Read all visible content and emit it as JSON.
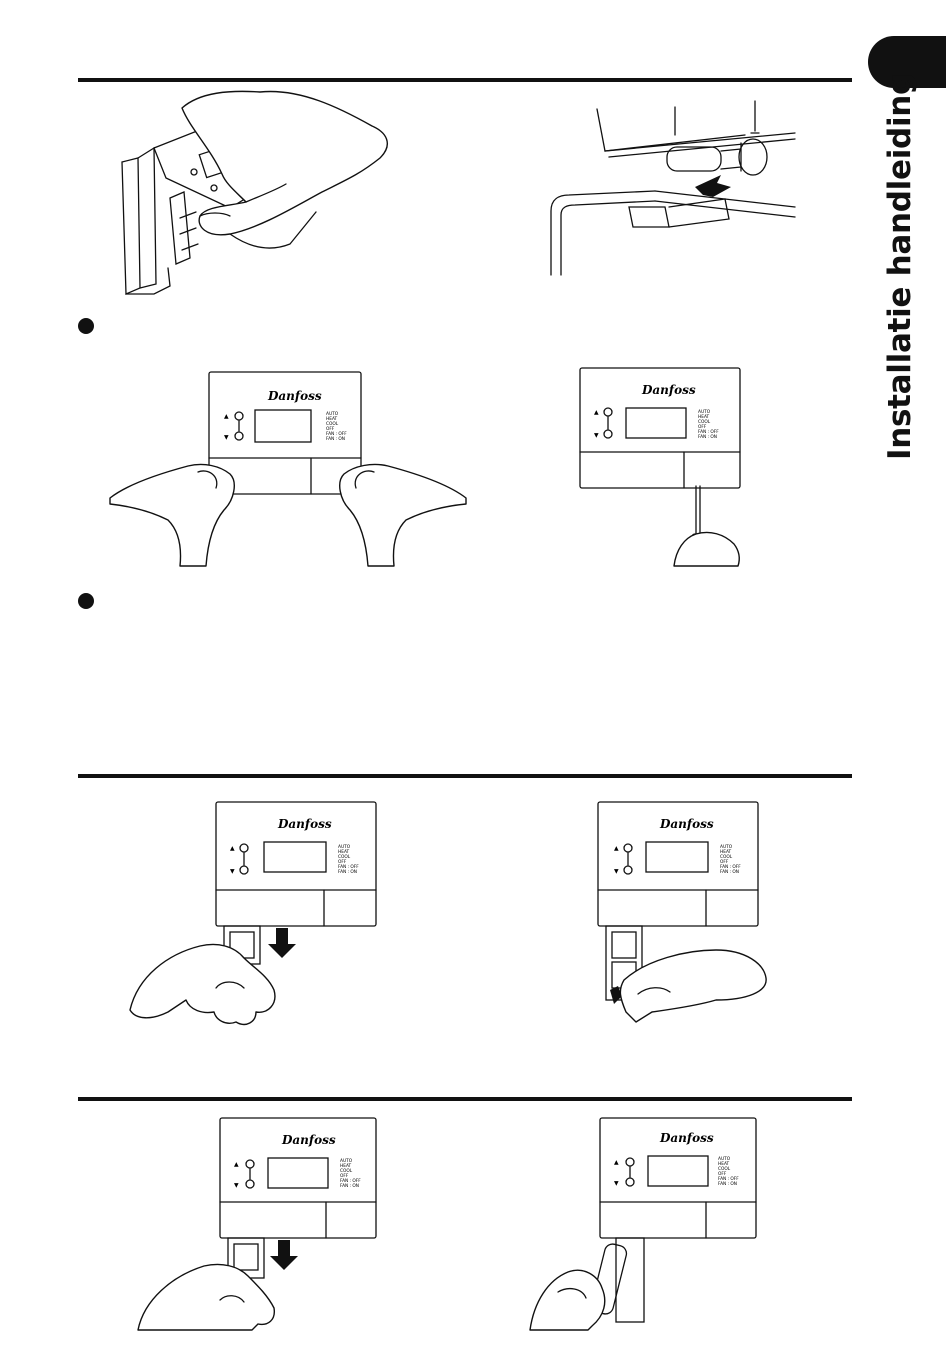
{
  "sidebar": {
    "title": "Installatie handleiding"
  },
  "thermostat": {
    "brand": "Danfoss",
    "up_symbol": "▲",
    "down_symbol": "▼",
    "modes": [
      "AUTO",
      "HEAT",
      "COOL",
      "OFF",
      "FAN : OFF",
      "FAN : ON"
    ]
  },
  "colors": {
    "ink": "#111111",
    "paper": "#ffffff"
  }
}
